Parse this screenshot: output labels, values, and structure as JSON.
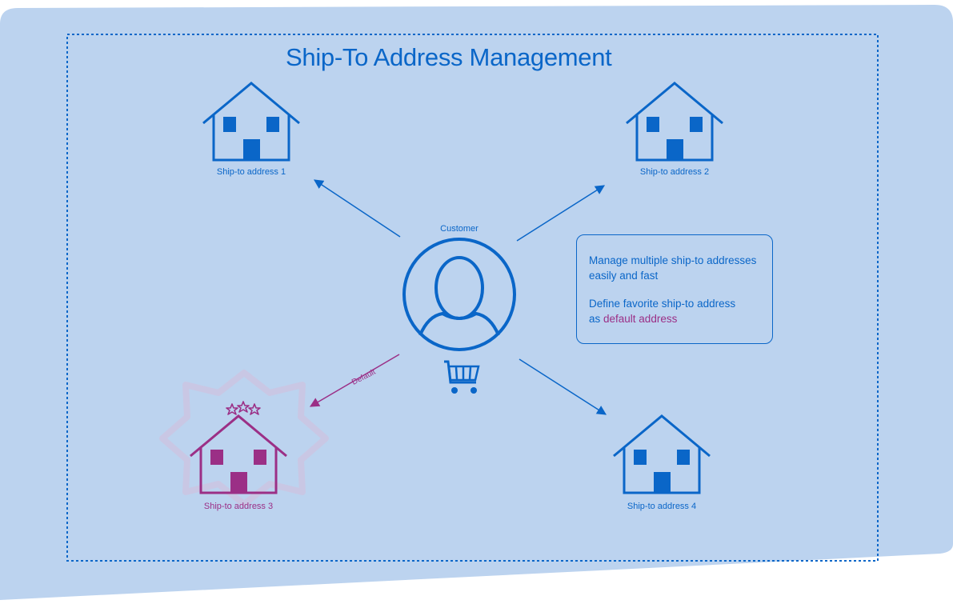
{
  "title": "Ship-To Address Management",
  "customer_label": "Customer",
  "default_label": "Default",
  "addresses": [
    {
      "label": "Ship-to address 1",
      "is_default": false
    },
    {
      "label": "Ship-to address 2",
      "is_default": false
    },
    {
      "label": "Ship-to address 3",
      "is_default": true,
      "stars": 3
    },
    {
      "label": "Ship-to address 4",
      "is_default": false
    }
  ],
  "info": {
    "line1": "Manage multiple ship-to addresses",
    "line2": "easily and fast",
    "line3": "Define favorite ship-to address",
    "line4_prefix": "as ",
    "line4_highlight": "default address"
  },
  "colors": {
    "background": "#bcd3ef",
    "primary_blue": "#0a66c8",
    "default_magenta": "#9b2f86",
    "badge": "#c9c7e4"
  },
  "icons": [
    "house-icon",
    "user-icon",
    "cart-icon",
    "star-icon",
    "badge-icon"
  ]
}
